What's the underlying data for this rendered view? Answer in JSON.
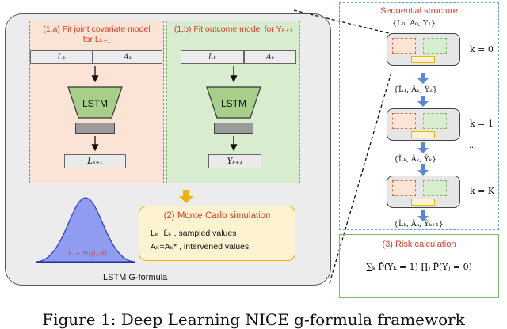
{
  "panel_a": {
    "title_line1": "(1.a) Fit joint covariate model",
    "title_line2": "for Lₖ₊₁",
    "input_left": "Lₖ",
    "input_right": "Aₖ",
    "lstm": "LSTM",
    "output": "Lₖ₊₁"
  },
  "panel_b": {
    "title_line1": "(1.b) Fit outcome model for Yₖ₊₁",
    "input_left": "Lₖ",
    "input_right": "Aₖ",
    "lstm": "LSTM",
    "output": "Yₖ₊₁"
  },
  "gaussian": {
    "label": "L ~ N(μ, σ)"
  },
  "monte_carlo": {
    "title": "(2) Monte Carlo simulation",
    "line1": "Lₖ~L̂ₖ ,  sampled values",
    "line2": "Aₖ=Aₖ* ,  intervened values"
  },
  "caption_gformula": "LSTM G-formula",
  "sequential": {
    "title": "Sequential structure",
    "rows": [
      {
        "input": "{L₀, A₀, Y₁}",
        "k": "k = 0"
      },
      {
        "input": "{L̂₁, Â₁, Ŷ₂}",
        "k": "k = 1"
      },
      {
        "input": "{L̂ₖ, Âₖ, Ŷₖ}",
        "k": "k = K"
      }
    ],
    "output": "{L̂ₖ, Âₖ, Ŷₖ₊₁}",
    "ellipsis": "..."
  },
  "risk": {
    "title": "(3) Risk calculation",
    "formula": "∑ₖ P̂(Yₖ = 1) ∏ⱼ P̂(Yⱼ = 0)"
  },
  "figure_caption": "Figure 1: Deep Learning NICE g-formula framework"
}
